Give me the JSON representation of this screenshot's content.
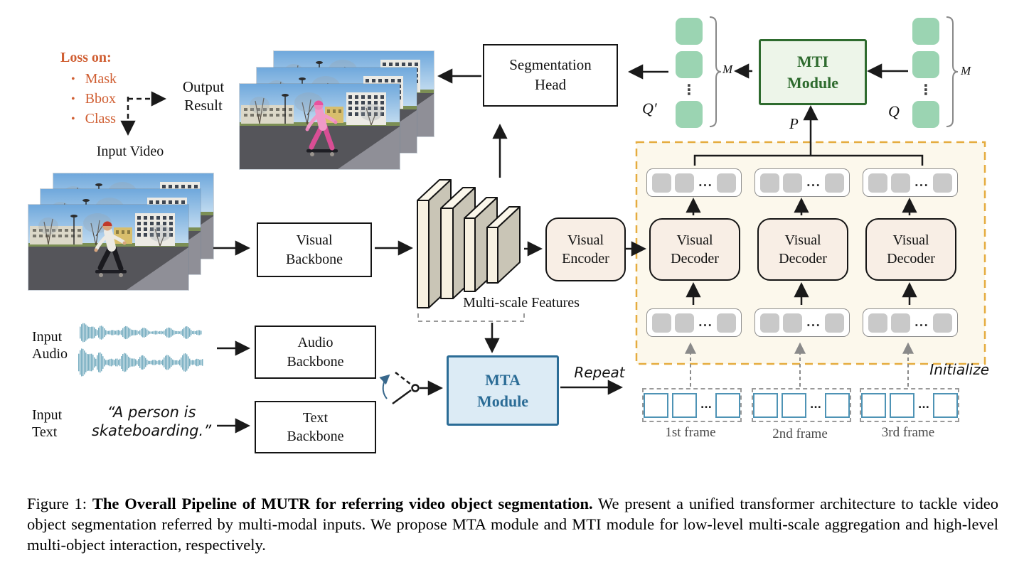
{
  "loss": {
    "title": "Loss on:",
    "items": [
      "Mask",
      "Bbox",
      "Class"
    ]
  },
  "inputs": {
    "video_label": "Input Video",
    "audio_label": "Input\nAudio",
    "text_label": "Input\nText",
    "text_quote": "“A person is\nskateboarding.”"
  },
  "output": {
    "label": "Output\nResult"
  },
  "modules": {
    "segmentation_head": "Segmentation\nHead",
    "visual_backbone": "Visual\nBackbone",
    "audio_backbone": "Audio\nBackbone",
    "text_backbone": "Text\nBackbone",
    "visual_encoder": "Visual\nEncoder",
    "visual_decoder": "Visual\nDecoder",
    "mta_module": "MTA\nModule",
    "mti_module": "MTI\nModule"
  },
  "features_label": "Multi-scale Features",
  "flow": {
    "repeat": "Repeat",
    "initialize": "Initialize"
  },
  "frames": {
    "first": "1st frame",
    "second": "2nd frame",
    "third": "3rd frame"
  },
  "math": {
    "p": "P",
    "q": "Q",
    "q_prime": "Q′",
    "m": "M",
    "vdots": "⋮",
    "hdots": "..."
  },
  "caption": {
    "prefix": "Figure 1: ",
    "bold": "The Overall Pipeline of MUTR for referring video object segmentation.",
    "rest": " We present a unified transformer architecture to tackle video object segmentation referred by multi-modal inputs. We propose MTA module and MTI module for low-level multi-scale aggregation and high-level multi-object interaction, respectively."
  },
  "colors": {
    "loss_orange": "#D05F33",
    "query_green": "#9BD4B2",
    "mti_green": "#2E6B2E",
    "mta_blue": "#2B6C96",
    "decoder_fill": "#F8EEE5",
    "region_fill": "#FCF8EC",
    "region_dash": "#E5AC3F",
    "token_gray": "#C9C9C9",
    "frame_blue": "#4E93B5",
    "waveform_teal": "#7AAFC2",
    "mask_pink": "#D94E95"
  }
}
